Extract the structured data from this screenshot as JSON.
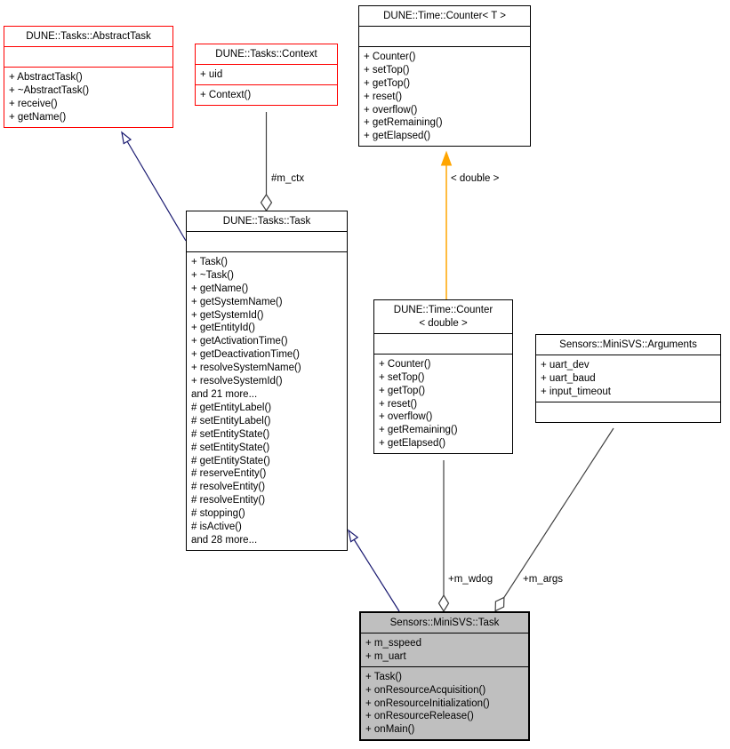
{
  "diagram": {
    "classes": {
      "abstract_task": {
        "title": "DUNE::Tasks::AbstractTask",
        "attributes": [],
        "methods": [
          "+ AbstractTask()",
          "+ ~AbstractTask()",
          "+ receive()",
          "+ getName()"
        ]
      },
      "context": {
        "title": "DUNE::Tasks::Context",
        "attributes": [
          "+ uid"
        ],
        "methods": [
          "+ Context()"
        ]
      },
      "counter_t": {
        "title": "DUNE::Time::Counter< T >",
        "attributes": [],
        "methods": [
          "+ Counter()",
          "+ setTop()",
          "+ getTop()",
          "+ reset()",
          "+ overflow()",
          "+ getRemaining()",
          "+ getElapsed()"
        ]
      },
      "task": {
        "title": "DUNE::Tasks::Task",
        "attributes": [],
        "methods": [
          "+ Task()",
          "+ ~Task()",
          "+ getName()",
          "+ getSystemName()",
          "+ getSystemId()",
          "+ getEntityId()",
          "+ getActivationTime()",
          "+ getDeactivationTime()",
          "+ resolveSystemName()",
          "+ resolveSystemId()",
          "and 21 more...",
          "# getEntityLabel()",
          "# setEntityLabel()",
          "# setEntityState()",
          "# setEntityState()",
          "# getEntityState()",
          "# reserveEntity()",
          "# resolveEntity()",
          "# resolveEntity()",
          "# stopping()",
          "# isActive()",
          "and 28 more..."
        ]
      },
      "counter_double": {
        "title_line1": "DUNE::Time::Counter",
        "title_line2": "< double >",
        "attributes": [],
        "methods": [
          "+ Counter()",
          "+ setTop()",
          "+ getTop()",
          "+ reset()",
          "+ overflow()",
          "+ getRemaining()",
          "+ getElapsed()"
        ]
      },
      "arguments": {
        "title": "Sensors::MiniSVS::Arguments",
        "attributes": [
          "+ uart_dev",
          "+ uart_baud",
          "+ input_timeout"
        ],
        "methods": []
      },
      "minisvs_task": {
        "title": "Sensors::MiniSVS::Task",
        "attributes": [
          "+ m_sspeed",
          "+ m_uart"
        ],
        "methods": [
          "+ Task()",
          "+ onResourceAcquisition()",
          "+ onResourceInitialization()",
          "+ onResourceRelease()",
          "+ onMain()"
        ]
      }
    },
    "edge_labels": {
      "m_ctx": "#m_ctx",
      "template_arg": "< double >",
      "m_wdog": "+m_wdog",
      "m_args": "+m_args"
    },
    "relationships": [
      {
        "type": "inheritance",
        "from": "DUNE::Tasks::Task",
        "to": "DUNE::Tasks::AbstractTask"
      },
      {
        "type": "aggregation",
        "from": "DUNE::Tasks::Context",
        "to": "DUNE::Tasks::Task",
        "label": "#m_ctx"
      },
      {
        "type": "template-instantiation",
        "from": "DUNE::Time::Counter< double >",
        "to": "DUNE::Time::Counter< T >",
        "label": "< double >"
      },
      {
        "type": "inheritance",
        "from": "Sensors::MiniSVS::Task",
        "to": "DUNE::Tasks::Task"
      },
      {
        "type": "aggregation",
        "from": "DUNE::Time::Counter< double >",
        "to": "Sensors::MiniSVS::Task",
        "label": "+m_wdog"
      },
      {
        "type": "aggregation",
        "from": "Sensors::MiniSVS::Arguments",
        "to": "Sensors::MiniSVS::Task",
        "label": "+m_args"
      }
    ],
    "colors": {
      "inheritance_edge": "#191970",
      "template_edge": "#ffa500",
      "aggregation_edge": "#404040",
      "external_class_border": "#ff0000",
      "class_border": "#000000",
      "focus_fill": "#bfbfbf",
      "background": "#ffffff"
    }
  }
}
